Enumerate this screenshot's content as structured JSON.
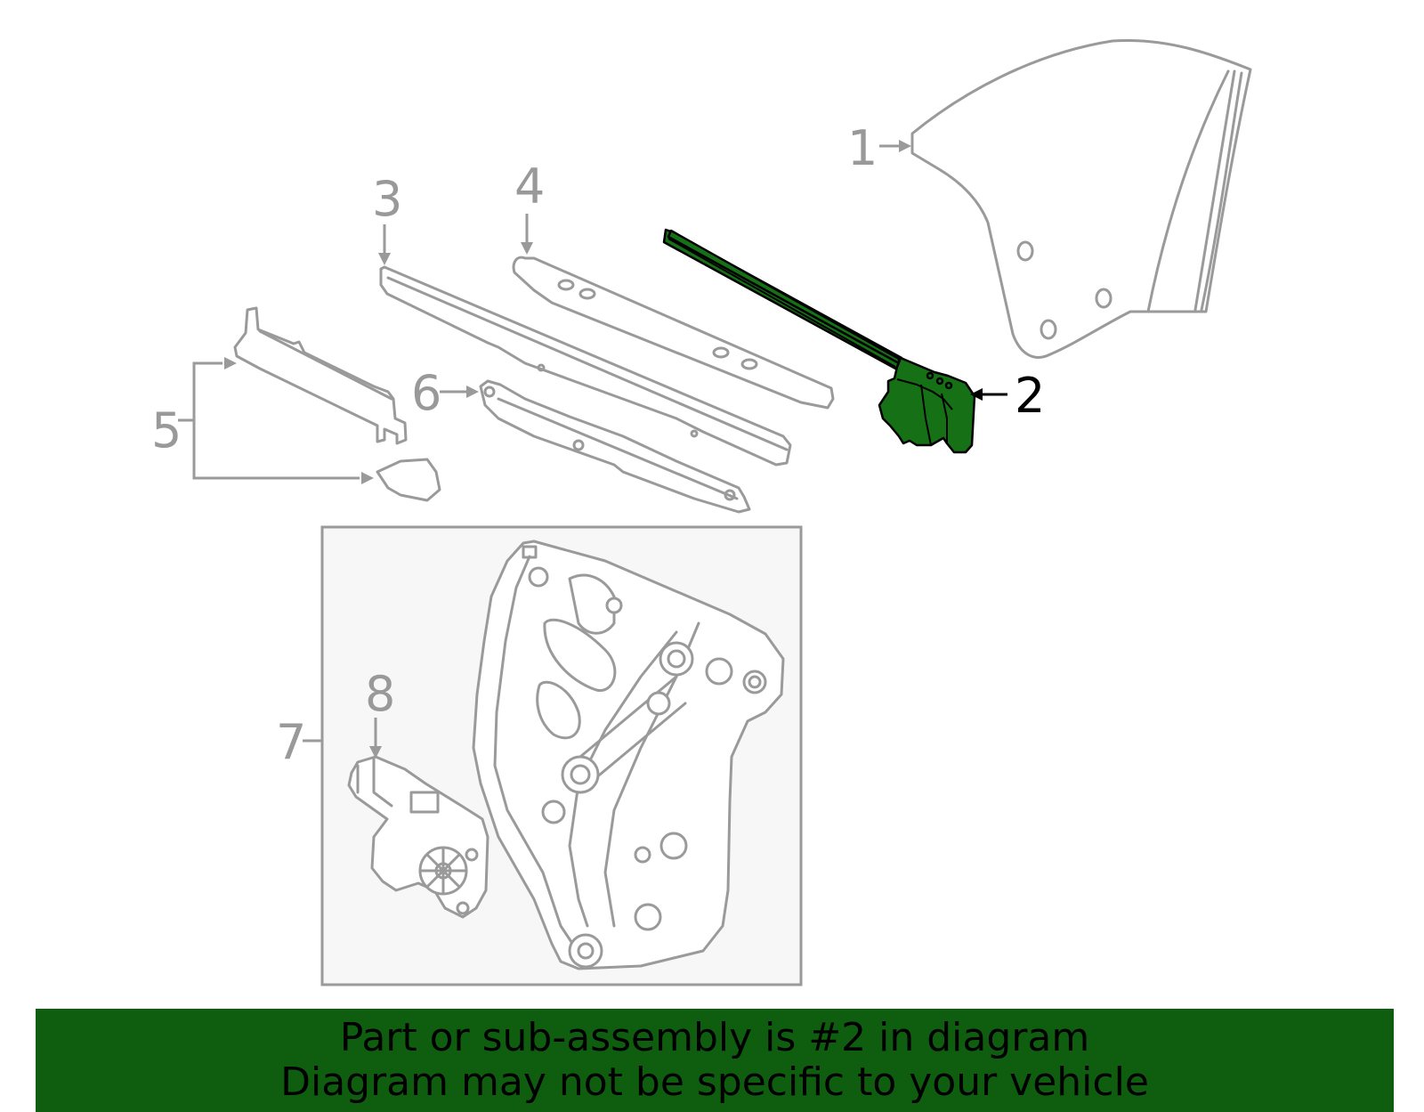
{
  "callouts": {
    "c1": "1",
    "c2": "2",
    "c3": "3",
    "c4": "4",
    "c5": "5",
    "c6": "6",
    "c7": "7",
    "c8": "8"
  },
  "banner": {
    "line1": "Part or sub-assembly is #2 in diagram",
    "line2": "Diagram may not be specific to your vehicle"
  },
  "colors": {
    "highlight": "#167016",
    "banner_background": "#0f5e0f",
    "line_art": "#9a9a9a",
    "inset_background": "#f7f7f7"
  }
}
